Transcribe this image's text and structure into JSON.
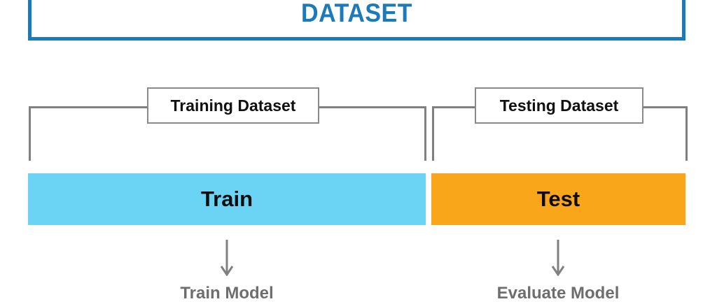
{
  "banner": {
    "title": "DATASET",
    "border_color": "#1b7ab8",
    "title_color": "#1b7ab8"
  },
  "splits": [
    {
      "id": "training",
      "box_label": "Training Dataset",
      "bar_label": "Train",
      "bar_color": "#6bd4f5",
      "outcome_label": "Train Model",
      "outcome_color": "#6e6e6e"
    },
    {
      "id": "testing",
      "box_label": "Testing Dataset",
      "bar_label": "Test",
      "bar_color": "#faa61a",
      "outcome_label": "Evaluate Model",
      "outcome_color": "#6e6e6e"
    }
  ],
  "connectors": {
    "color": "#808080",
    "arrow_color": "#808080"
  }
}
